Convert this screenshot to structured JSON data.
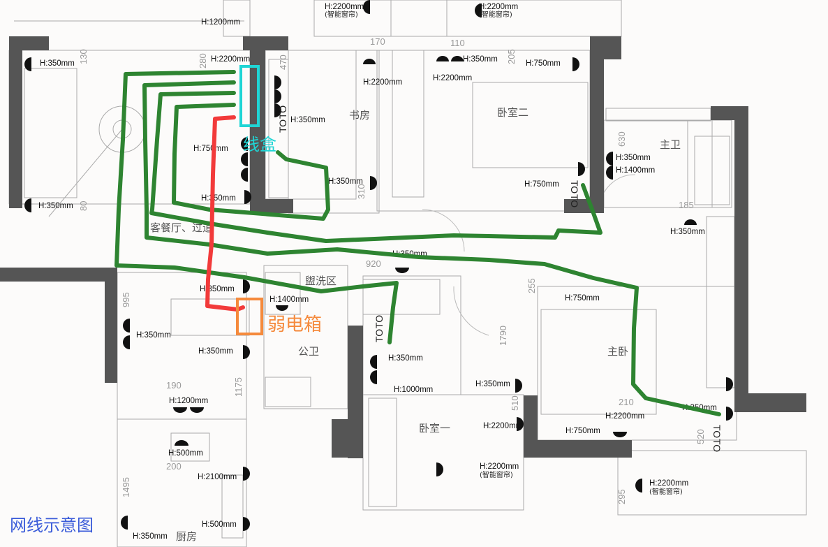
{
  "title": "网线示意图",
  "annotations": {
    "junction_box": "线盒",
    "weak_current_box": "弱电箱"
  },
  "colors": {
    "network_cable": "#2e8431",
    "trunk_cable": "#f23a3a",
    "junction_box": "#1fd5d5",
    "weak_current_box": "#f58a3c",
    "title": "#3a5bd9"
  },
  "rooms": {
    "study": "书房",
    "bedroom2": "卧室二",
    "master_bath": "主卫",
    "living_dining": "客餐厅、过道",
    "washing": "盥洗区",
    "public_bath": "公卫",
    "master_bedroom": "主卧",
    "bedroom1": "卧室一",
    "kitchen": "厨房"
  },
  "smart_curtain": "(智能窗帘)",
  "to_label": "TO",
  "heights": [
    "H:1200mm",
    "H:2200mm",
    "H:2200mm",
    "H:350mm",
    "H:2200mm",
    "H:350mm",
    "H:750mm",
    "H:350mm",
    "H:350mm",
    "H:2200mm",
    "H:350mm",
    "H:2200mm",
    "H:750mm",
    "H:750mm",
    "H:350mm",
    "H:1400mm",
    "H:350mm",
    "H:350mm",
    "H:350mm",
    "H:350mm",
    "H:1400mm",
    "H:350mm",
    "H:350mm",
    "H:350mm",
    "H:1000mm",
    "H:1200mm",
    "H:500mm",
    "H:2100mm",
    "H:500mm",
    "H:350mm",
    "H:750mm",
    "H:350mm",
    "H:2200mm",
    "H:2200mm",
    "H:350mm",
    "H:750mm",
    "H:2200mm",
    "H:2200mm"
  ],
  "dimensions": [
    "170",
    "110",
    "205",
    "280",
    "470",
    "130",
    "630",
    "185",
    "310",
    "80",
    "920",
    "255",
    "995",
    "1790",
    "1175",
    "190",
    "510",
    "210",
    "520",
    "200",
    "1495",
    "295"
  ]
}
